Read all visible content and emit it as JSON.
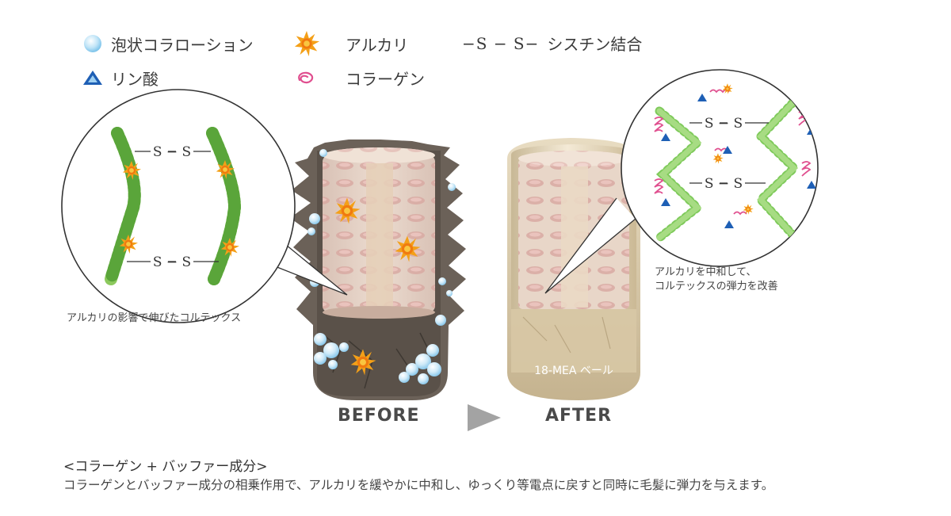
{
  "legend": {
    "foam": "泡状コラローション",
    "alkali": "アルカリ",
    "cystine_symbol": "−S − S−",
    "cystine": "シスチン結合",
    "phosphoric": "リン酸",
    "collagen": "コラーゲン"
  },
  "bond_label": "S − S",
  "captions": {
    "left": "アルカリの影響で伸びたコルテックス",
    "right_line1": "アルカリを中和して、",
    "right_line2": "コルテックスの弾力を改善"
  },
  "veil_label": "18-MEA ベール",
  "before_label": "BEFORE",
  "after_label": "AFTER",
  "footer": {
    "title": "<コラーゲン + バッファー成分>",
    "text": "コラーゲンとバッファー成分の相乗作用で、アルカリを緩やかに中和し、ゆっくり等電点に戻すと同時に毛髪に弾力を与えます。"
  }
}
